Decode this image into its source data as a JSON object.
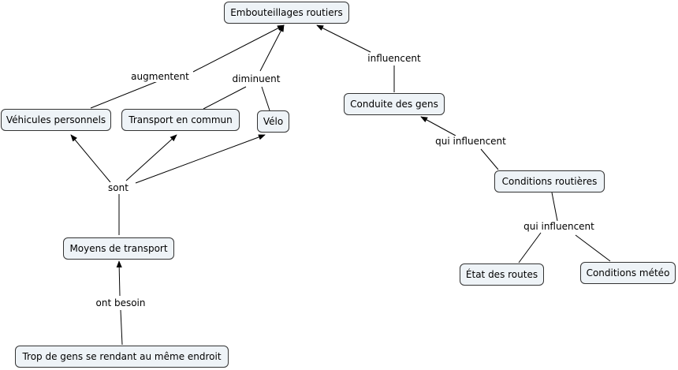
{
  "concept_map": {
    "nodes": {
      "embouteillages": "Embouteillages routiers",
      "vehicules": "Véhicules personnels",
      "transport_commun": "Transport en commun",
      "velo": "Vélo",
      "conduite": "Conduite des gens",
      "conditions_routieres": "Conditions routières",
      "etat_routes": "État des routes",
      "conditions_meteo": "Conditions météo",
      "moyens_transport": "Moyens de transport",
      "trop_de_gens": "Trop de gens se rendant au même endroit"
    },
    "links": {
      "augmentent": "augmentent",
      "diminuent": "diminuent",
      "influencent": "influencent",
      "qui_influencent_1": "qui influencent",
      "qui_influencent_2": "qui influencent",
      "sont": "sont",
      "ont_besoin": "ont besoin"
    }
  }
}
